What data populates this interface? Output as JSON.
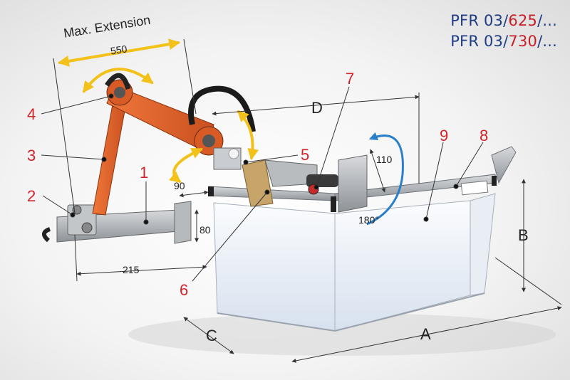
{
  "model_codes": [
    {
      "prefix": "PFR 03/",
      "code": "625",
      "suffix": "/..."
    },
    {
      "prefix": "PFR 03/",
      "code": "730",
      "suffix": "/..."
    }
  ],
  "callouts": [
    "1",
    "2",
    "3",
    "4",
    "5",
    "6",
    "7",
    "8",
    "9"
  ],
  "extension_label": "Max. Extension",
  "dimensions": {
    "extension": "550",
    "width_90": "90",
    "height_80": "80",
    "base_215": "215",
    "rotation_110": "110",
    "rotation_180": "180°",
    "letter_a": "A",
    "letter_b": "B",
    "letter_c": "C",
    "letter_d": "D"
  },
  "colors": {
    "arm_orange": "#e0622a",
    "title_blue": "#1f3c84",
    "title_red": "#c8202a",
    "callout_red": "#d2232a",
    "arrow_yellow": "#f2c21a",
    "arrow_blue": "#2a7fc8"
  }
}
